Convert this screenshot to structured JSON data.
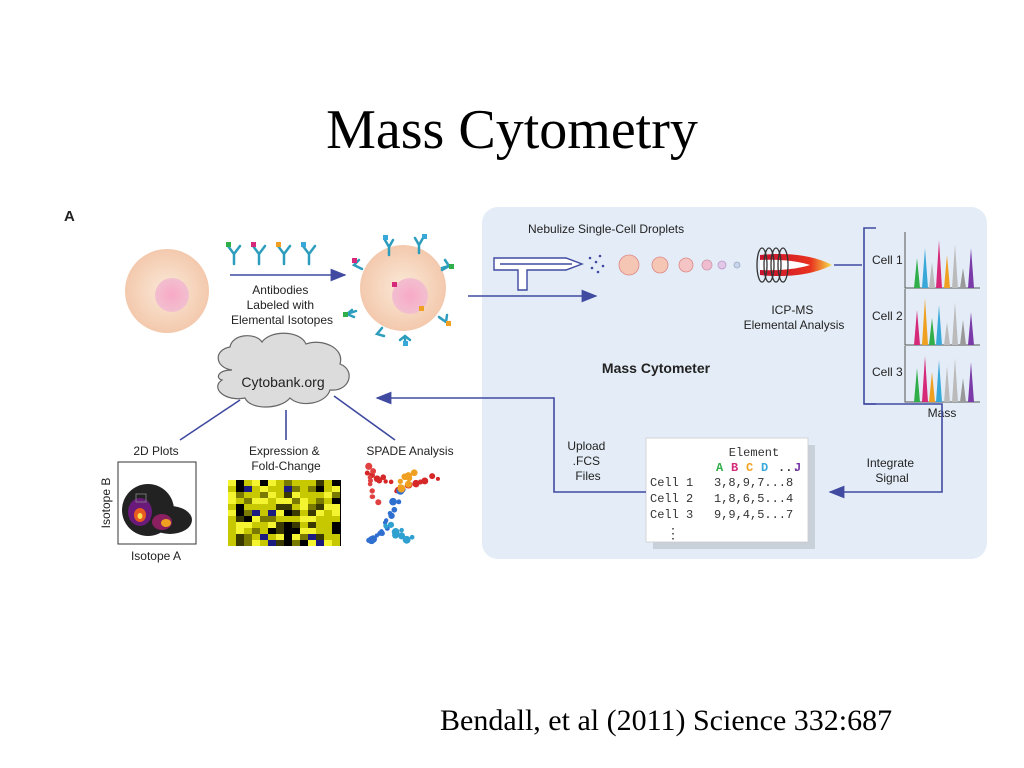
{
  "slide": {
    "title": "Mass Cytometry",
    "citation": "Bendall, et al (2011) Science 332:687"
  },
  "figure": {
    "panel_label": "A",
    "antibodies_label": [
      "Antibodies",
      "Labeled with",
      "Elemental Isotopes"
    ],
    "nebulize_label": "Nebulize Single-Cell Droplets",
    "icpms_label": [
      "ICP-MS",
      "Elemental Analysis"
    ],
    "mass_cytometer_label": "Mass Cytometer",
    "cell_rows": [
      "Cell 1",
      "Cell 2",
      "Cell 3"
    ],
    "mass_label": "Mass",
    "integrate_label": [
      "Integrate",
      "Signal"
    ],
    "upload_label": [
      "Upload",
      ".FCS",
      "Files"
    ],
    "cytobank_label": "Cytobank.org",
    "plots_label": "2D Plots",
    "expression_label": [
      "Expression &",
      "Fold-Change"
    ],
    "spade_label": "SPADE Analysis",
    "isotope_b": "Isotope B",
    "isotope_a": "Isotope A",
    "table": {
      "header": "Element",
      "columns": [
        "A",
        "B",
        "C",
        "D",
        "...",
        "J"
      ],
      "column_colors": [
        "#2fae4a",
        "#d6297a",
        "#f0a020",
        "#38a8d8",
        "#333333",
        "#7a3aa8"
      ],
      "rows": [
        {
          "label": "Cell 1",
          "values": "3,8,9,7...8"
        },
        {
          "label": "Cell 2",
          "values": "1,8,6,5...4"
        },
        {
          "label": "Cell 3",
          "values": "9,9,4,5...7"
        }
      ],
      "ellipsis": "⋮"
    }
  }
}
